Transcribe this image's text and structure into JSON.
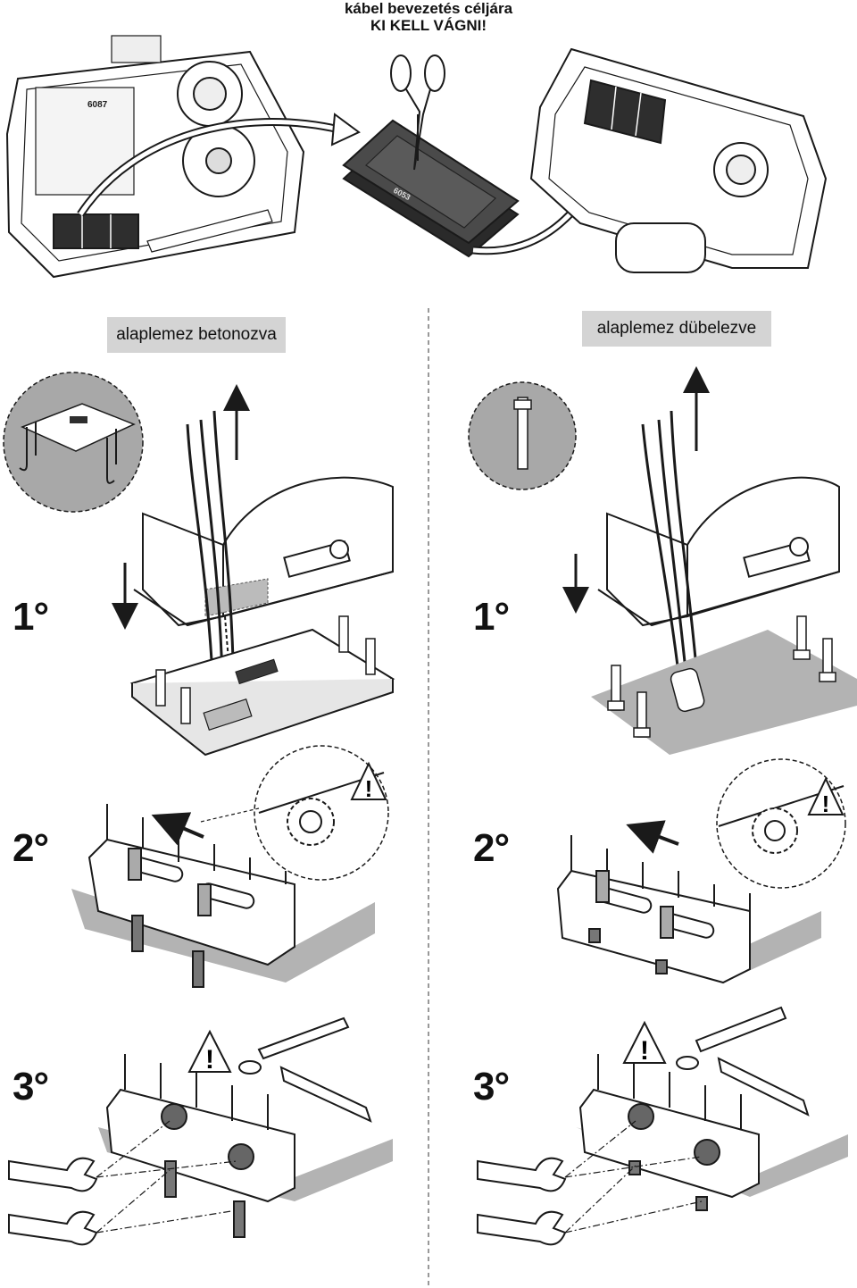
{
  "header": {
    "line1": "kábel bevezetés céljára",
    "line2": "KI KELL VÁGNI!"
  },
  "columns": {
    "left_label": "alaplemez betonozva",
    "right_label": "alaplemez dübelezve"
  },
  "steps": {
    "left": [
      "1°",
      "2°",
      "3°"
    ],
    "right": [
      "1°",
      "2°",
      "3°"
    ]
  },
  "warning_mark": "!",
  "part_codes": {
    "board_code": "6087",
    "plate_code": "6053"
  },
  "colors": {
    "line": "#1a1a1a",
    "shade": "#b3b3b3",
    "dark_fill": "#555555",
    "label_bg": "#d4d4d4"
  }
}
